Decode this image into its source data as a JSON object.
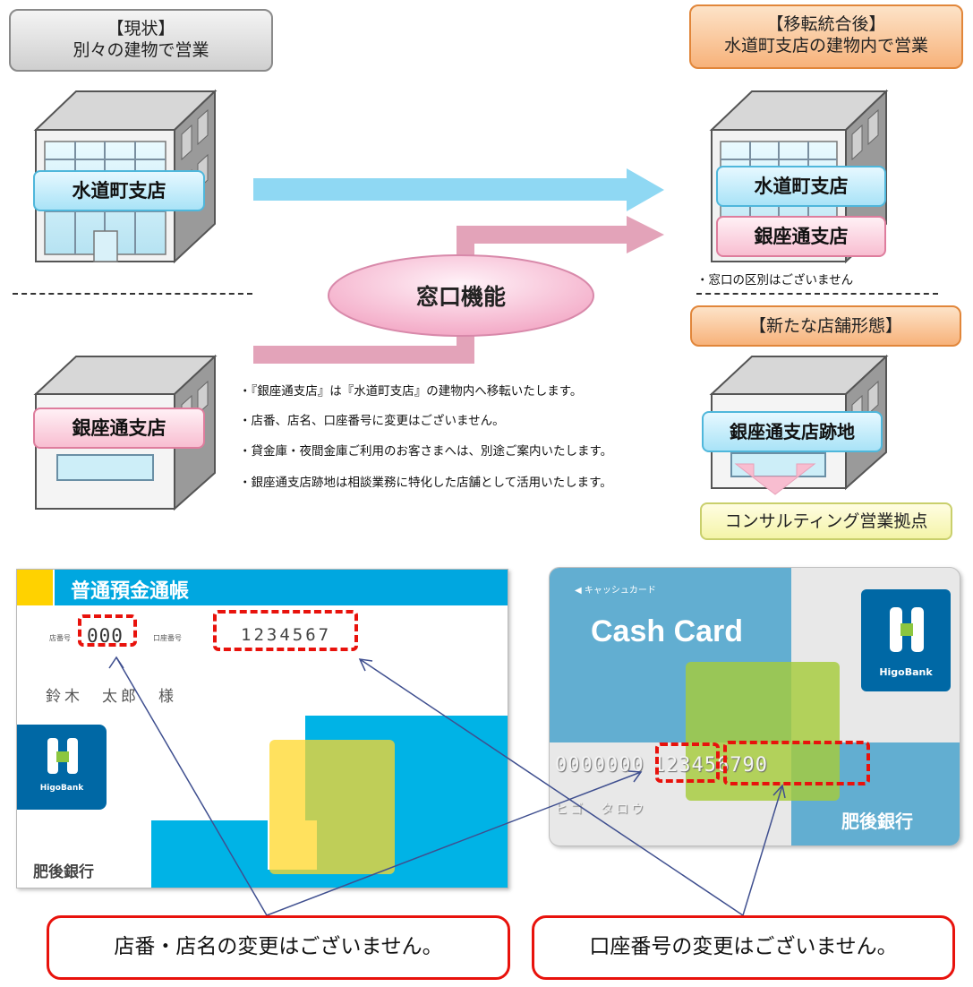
{
  "left_header": {
    "line1": "【現状】",
    "line2": "別々の建物で営業"
  },
  "right_header": {
    "line1": "【移転統合後】",
    "line2": "水道町支店の建物内で営業"
  },
  "new_form_header": "【新たな店舗形態】",
  "branches": {
    "suidocho": "水道町支店",
    "ginza": "銀座通支店",
    "ginza_site": "銀座通支店跡地"
  },
  "window_function": "窓口機能",
  "window_note": "・窓口の区別はございません",
  "notes": [
    "・『銀座通支店』は『水道町支店』の建物内へ移転いたします。",
    "・店番、店名、口座番号に変更はございません。",
    "・貸金庫・夜間金庫ご利用のお客さまへは、別途ご案内いたします。",
    "・銀座通支店跡地は相談業務に特化した店舗として活用いたします。"
  ],
  "consulting_base": "コンサルティング営業拠点",
  "passbook": {
    "title": "普通預金通帳",
    "branch_no_label": "店番号",
    "branch_no": "000",
    "account_no_label": "口座番号",
    "account_no": "1234567",
    "holder": "鈴木　太郎　様",
    "logo_text": "HigoBank",
    "bank_name": "肥後銀行"
  },
  "cash_card": {
    "top_label": "◀ キャッシュカード",
    "title": "Cash Card",
    "number_prefix": "0000",
    "number_branch": "000",
    "number_account": "1234567",
    "number_suffix": "90",
    "holder_kana": "ヒゴ　タロウ",
    "logo_text": "HigoBank",
    "bank_name": "肥後銀行"
  },
  "callouts": {
    "left": "店番・店名の変更はございません。",
    "right": "口座番号の変更はございません。"
  },
  "colors": {
    "blue_arrow": "#8fd8f3",
    "pink_arrow": "#e3a3b9",
    "red_dash": "#e8120c",
    "passbook_band": "#00a7e0",
    "card_blue": "#62aed1"
  }
}
